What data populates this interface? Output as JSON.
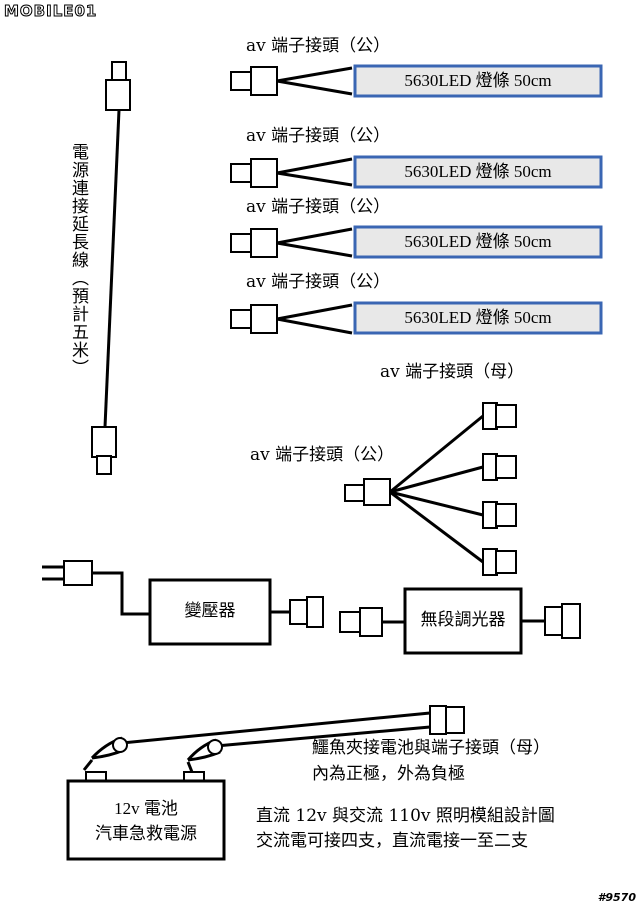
{
  "logo": "MOBILE01",
  "watermark": "#9570",
  "extension_cord_label": "電源連接延長線（預計五米）",
  "led_groups": [
    {
      "connector_label": "av 端子接頭（公）",
      "strip_label": "5630LED  燈條 50cm"
    },
    {
      "connector_label": "av 端子接頭（公）",
      "strip_label": "5630LED  燈條 50cm"
    },
    {
      "connector_label": "av 端子接頭（公）",
      "strip_label": "5630LED  燈條 50cm"
    },
    {
      "connector_label": "av 端子接頭（公）",
      "strip_label": "5630LED  燈條 50cm"
    }
  ],
  "splitter": {
    "female_label": "av 端子接頭（母）",
    "male_label": "av 端子接頭（公）"
  },
  "transformer_label": "變壓器",
  "dimmer_label": "無段調光器",
  "battery": {
    "line1": "12v 電池",
    "line2": "汽車急救電源"
  },
  "clip_note": {
    "line1": "鱷魚夾接電池與端子接頭（母）",
    "line2": "內為正極，外為負極"
  },
  "design_note": {
    "line1": "直流 12v 與交流 110v 照明模組設計圖",
    "line2": "交流電可接四支，直流電接一至二支"
  },
  "colors": {
    "strip_border": "#3a66b3",
    "strip_fill": "#e8e8e8",
    "line": "#000000"
  }
}
